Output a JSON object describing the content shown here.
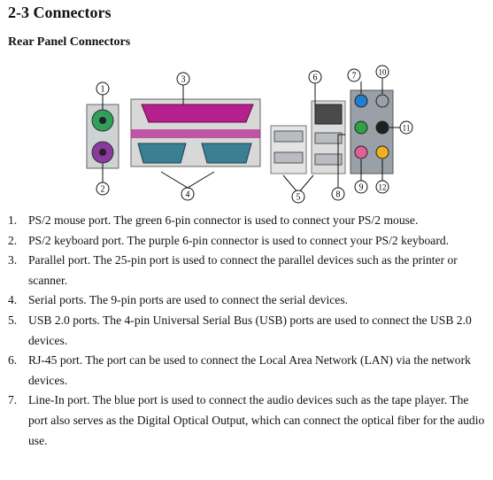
{
  "heading": "2-3 Connectors",
  "subheading": "Rear Panel Connectors",
  "callouts": [
    "1",
    "2",
    "3",
    "4",
    "5",
    "6",
    "7",
    "8",
    "9",
    "10",
    "11",
    "12"
  ],
  "colors": {
    "mouse_port": "#2fa05a",
    "keyboard_port": "#8a3a9e",
    "parallel_port": "#b5208e",
    "serial_port": "#3a7f93",
    "usb_port": "#b9bcc0",
    "line_in": "#1f7fd0",
    "line_out": "#2fa046",
    "mic_in": "#e0609a",
    "center_sub": "#f0b020",
    "rear_spk": "#202020",
    "side_spk": "#9aa0a8"
  },
  "items": [
    {
      "num": "1.",
      "text": "PS/2 mouse port. The green 6-pin connector is used to connect your PS/2 mouse."
    },
    {
      "num": "2.",
      "text": "PS/2 keyboard port. The purple 6-pin connector is used to connect your PS/2 keyboard."
    },
    {
      "num": "3.",
      "text": "Parallel port. The 25-pin port is used to connect the parallel devices such as the printer or scanner."
    },
    {
      "num": "4.",
      "text": "Serial ports. The 9-pin ports are used to connect the serial devices."
    },
    {
      "num": "5.",
      "text": "USB 2.0 ports. The 4-pin Universal Serial Bus (USB) ports are used to connect the USB 2.0 devices."
    },
    {
      "num": "6.",
      "text": "RJ-45 port. The port can be used to connect the Local Area Network (LAN) via the network devices."
    },
    {
      "num": "7.",
      "text": "Line-In port. The blue port is used to connect the audio devices such as the tape player. The port also serves as the Digital Optical Output, which can connect the optical fiber for the audio use."
    }
  ]
}
